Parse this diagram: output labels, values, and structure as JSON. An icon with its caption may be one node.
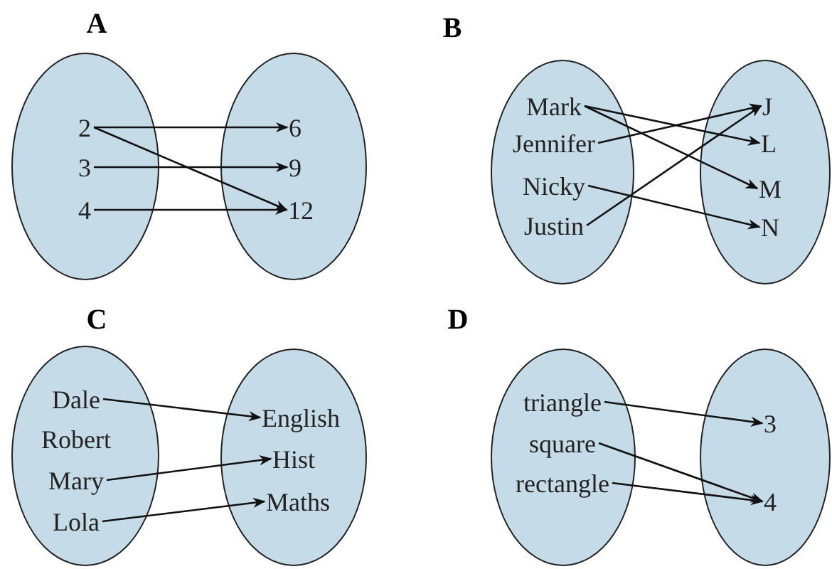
{
  "diagram": {
    "nodes": [
      {
        "text": [],
        "shape": "ellipse"
      },
      {
        "text": [
          "2"
        ],
        "in": 0
      },
      {
        "text": [
          "3"
        ],
        "in": 0
      },
      {
        "text": [
          "4"
        ],
        "in": 0
      },
      {
        "text": [],
        "shape": "ellipse"
      },
      {
        "text": [
          "6"
        ],
        "in": 4
      },
      {
        "text": [
          "9"
        ],
        "in": 4
      },
      {
        "text": [
          "12"
        ],
        "in": 4
      },
      {
        "text": [],
        "shape": "ellipse"
      },
      {
        "text": [
          "Mark"
        ],
        "in": 8
      },
      {
        "text": [
          "Jennifer"
        ],
        "in": 8
      },
      {
        "text": [
          "Nicky"
        ],
        "in": 8
      },
      {
        "text": [
          "Justin"
        ],
        "in": 8
      },
      {
        "text": [],
        "shape": "ellipse"
      },
      {
        "text": [
          "J"
        ],
        "in": 13
      },
      {
        "text": [
          "L"
        ],
        "in": 13
      },
      {
        "text": [
          "M"
        ],
        "in": 13
      },
      {
        "text": [
          "N"
        ],
        "in": 13
      },
      {
        "text": [],
        "shape": "ellipse"
      },
      {
        "text": [
          "Dale"
        ],
        "in": 18
      },
      {
        "text": [
          "Robert"
        ],
        "in": 18
      },
      {
        "text": [
          "Mary"
        ],
        "in": 18
      },
      {
        "text": [
          "Lola"
        ],
        "in": 18
      },
      {
        "text": [],
        "shape": "ellipse"
      },
      {
        "text": [
          "English"
        ],
        "in": 23
      },
      {
        "text": [
          "Hist"
        ],
        "in": 23
      },
      {
        "text": [
          "Maths"
        ],
        "in": 23
      },
      {
        "text": [],
        "shape": "ellipse"
      },
      {
        "text": [
          "triangle"
        ],
        "in": 27
      },
      {
        "text": [
          "square"
        ],
        "in": 27
      },
      {
        "text": [
          "rectangle"
        ],
        "in": 27
      },
      {
        "text": [],
        "shape": "ellipse"
      },
      {
        "text": [
          "3"
        ],
        "in": 31
      },
      {
        "text": [
          "4"
        ],
        "in": 31
      }
    ],
    "edges": [
      {
        "from": 1,
        "to": 5,
        "arrow": "to"
      },
      {
        "from": 1,
        "to": 7,
        "arrow": "to"
      },
      {
        "from": 2,
        "to": 6,
        "arrow": "to"
      },
      {
        "from": 3,
        "to": 7,
        "arrow": "to"
      },
      {
        "from": 9,
        "to": 15,
        "arrow": "to"
      },
      {
        "from": 9,
        "to": 16,
        "arrow": "to"
      },
      {
        "from": 10,
        "to": 14,
        "arrow": "to"
      },
      {
        "from": 11,
        "to": 17,
        "arrow": "to"
      },
      {
        "from": 12,
        "to": 14,
        "arrow": "to"
      },
      {
        "from": 19,
        "to": 24,
        "arrow": "to"
      },
      {
        "from": 21,
        "to": 25,
        "arrow": "to"
      },
      {
        "from": 22,
        "to": 26,
        "arrow": "to"
      },
      {
        "from": 28,
        "to": 32,
        "arrow": "to"
      },
      {
        "from": 29,
        "to": 33,
        "arrow": "to"
      },
      {
        "from": 30,
        "to": 33,
        "arrow": "to"
      }
    ],
    "labels": [
      "A",
      "B",
      "C",
      "D"
    ]
  }
}
